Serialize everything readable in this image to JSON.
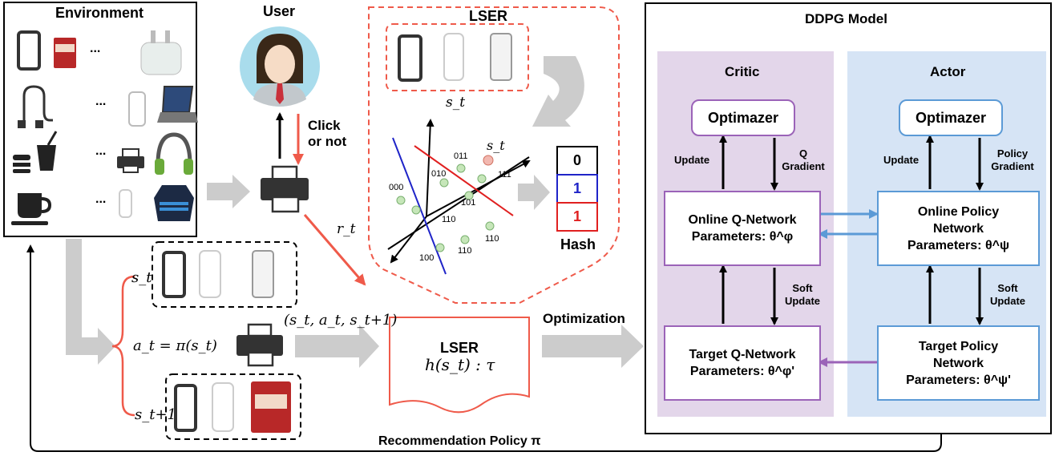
{
  "environment": {
    "title": "Environment",
    "dots": [
      "...",
      "...",
      "...",
      "..."
    ]
  },
  "user": {
    "title": "User",
    "click_label": "Click or not"
  },
  "reward_label": "r_t",
  "lser_panel": {
    "title": "LSER",
    "state_label": "s_t",
    "point_labels": [
      "011",
      "010",
      "111",
      "000",
      "101",
      "110",
      "110",
      "110",
      "100"
    ],
    "hash_values": [
      "0",
      "1",
      "1"
    ],
    "hash_label": "Hash"
  },
  "lser_doc": {
    "title": "LSER",
    "formula": "h(s_t) : τ"
  },
  "transition_label": "(s_t, a_t, s_t+1)",
  "action_formula": "a_t = π(s_t)",
  "bracket_labels": [
    "s_t",
    "a_t",
    "s_t+1"
  ],
  "optimization_label": "Optimization",
  "recommendation_label": "Recommendation Policy π",
  "ddpg": {
    "title": "DDPG Model",
    "critic": {
      "title": "Critic",
      "optimizer": "Optimazer",
      "update": "Update",
      "gradient": "Q Gradient",
      "online": {
        "line1": "Online Q-Network",
        "line2": "Parameters: θ^φ"
      },
      "soft_update": "Soft Update",
      "target": {
        "line1": "Target Q-Network",
        "line2": "Parameters: θ^φ'"
      }
    },
    "actor": {
      "title": "Actor",
      "optimizer": "Optimazer",
      "update": "Update",
      "gradient": "Policy Gradient",
      "online": {
        "line1": "Online Policy",
        "line2": "Network",
        "line3": "Parameters: θ^ψ"
      },
      "soft_update": "Soft Update",
      "target": {
        "line1": "Target Policy",
        "line2": "Network",
        "line3": "Parameters: θ^ψ'"
      }
    }
  },
  "colors": {
    "critic_bg": "#e3d6ea",
    "actor_bg": "#d6e4f5",
    "red": "#ef5a4a",
    "gray": "#cccccc",
    "purple": "#9b63b8",
    "blue": "#5b9ad6"
  }
}
